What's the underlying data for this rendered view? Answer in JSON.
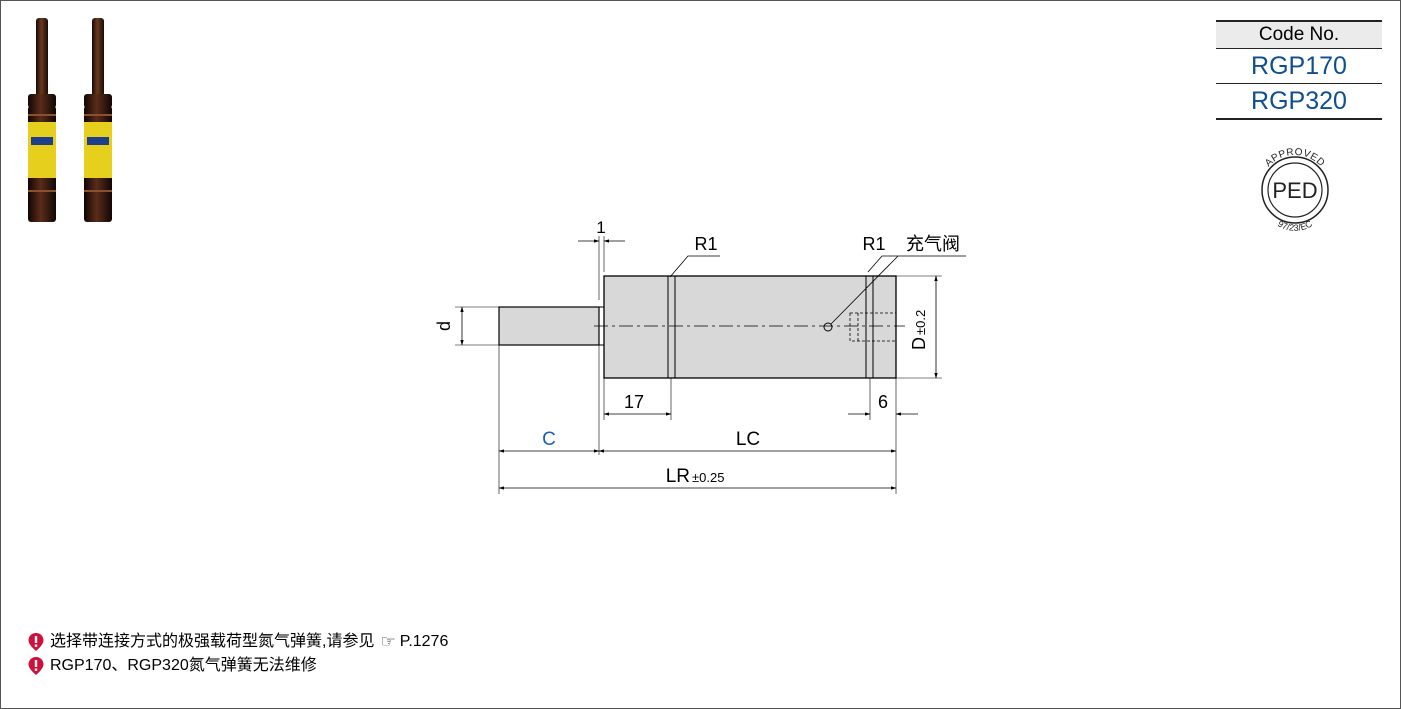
{
  "code_table": {
    "header": "Code No.",
    "codes": [
      "RGP170",
      "RGP320"
    ]
  },
  "certification": {
    "top_text": "APPROVED",
    "center_text": "PED",
    "bottom_text": "97/23/EC"
  },
  "dimensions": {
    "step": "1",
    "radius_left": "R1",
    "radius_right": "R1",
    "valve_label": "充气阀",
    "rod_diameter": "d",
    "body_diameter": "D",
    "body_diameter_tol": "±0.2",
    "groove_offset": "17",
    "end_width": "6",
    "stroke": "C",
    "body_length": "LC",
    "overall_length": "LR",
    "overall_length_tol": "±0.25"
  },
  "colors": {
    "code_text": "#0d4f91",
    "stroke_label": "#1a5fb4",
    "note_icon": "#d0103a"
  },
  "notes": [
    {
      "text": "选择带连接方式的极强载荷型氮气弹簧,请参见",
      "ref": "P.1276",
      "ref_icon": "pointing-hand-icon"
    },
    {
      "text": "RGP170、RGP320氮气弹簧无法维修"
    }
  ]
}
